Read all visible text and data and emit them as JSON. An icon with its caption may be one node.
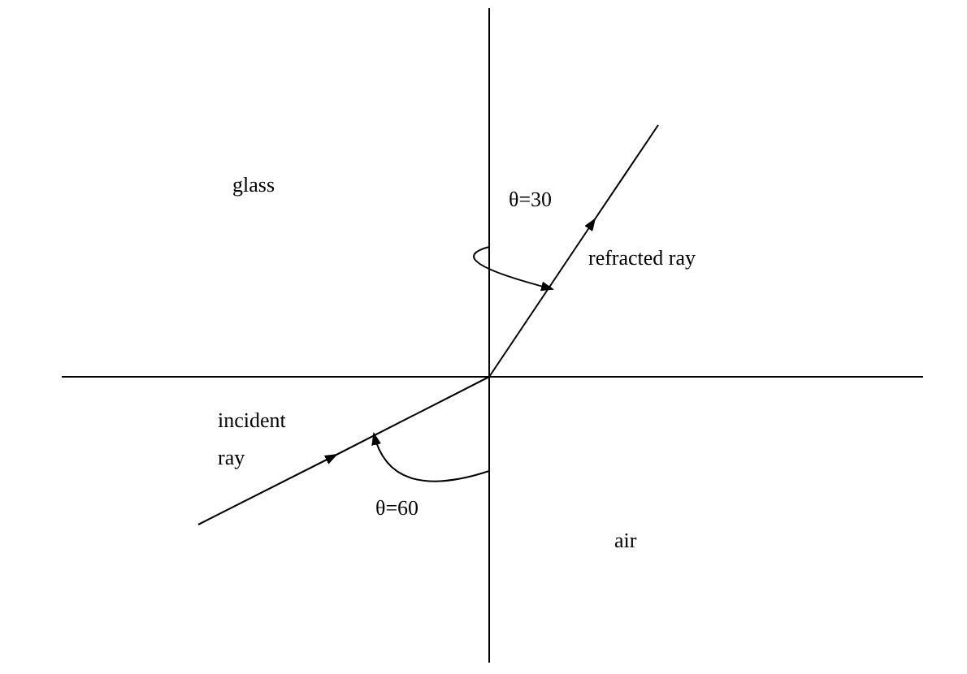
{
  "diagram": {
    "labels": [
      "glass",
      "θ=30",
      "refracted ray",
      "incident ray",
      "θ=60",
      "air"
    ]
  }
}
